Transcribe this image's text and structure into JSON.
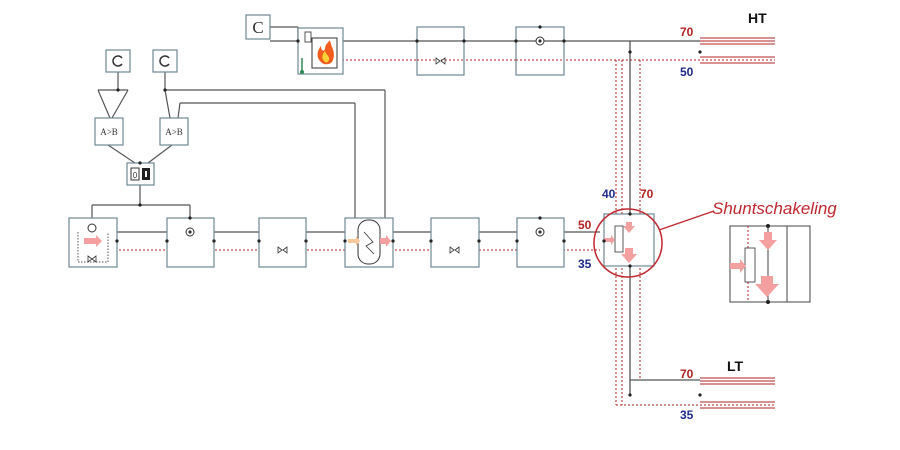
{
  "labels": {
    "controller": "C",
    "ht": "HT",
    "lt": "LT",
    "ht_supply": "70",
    "ht_return": "50",
    "lt_supply": "70",
    "lt_return": "35",
    "shunt_40": "40",
    "shunt_70": "70",
    "shunt_50": "50",
    "shunt_35": "35",
    "compare_1": "A>B",
    "compare_2": "A>B",
    "switch": "0",
    "callout": "Shuntschakeling"
  },
  "colors": {
    "supply": "#b22222",
    "return": "#1f2a8a",
    "pipe": "#555555",
    "box": "#6e8894",
    "callout": "#c0282f",
    "arrow": "#f4a0a0"
  },
  "icons": [
    "controller-icon",
    "boiler-flame-icon",
    "pump-icon",
    "valve-icon",
    "sensor-icon",
    "comparator-icon",
    "switch-icon",
    "heat-source-icon",
    "buffer-tank-icon",
    "shunt-valve-icon"
  ]
}
